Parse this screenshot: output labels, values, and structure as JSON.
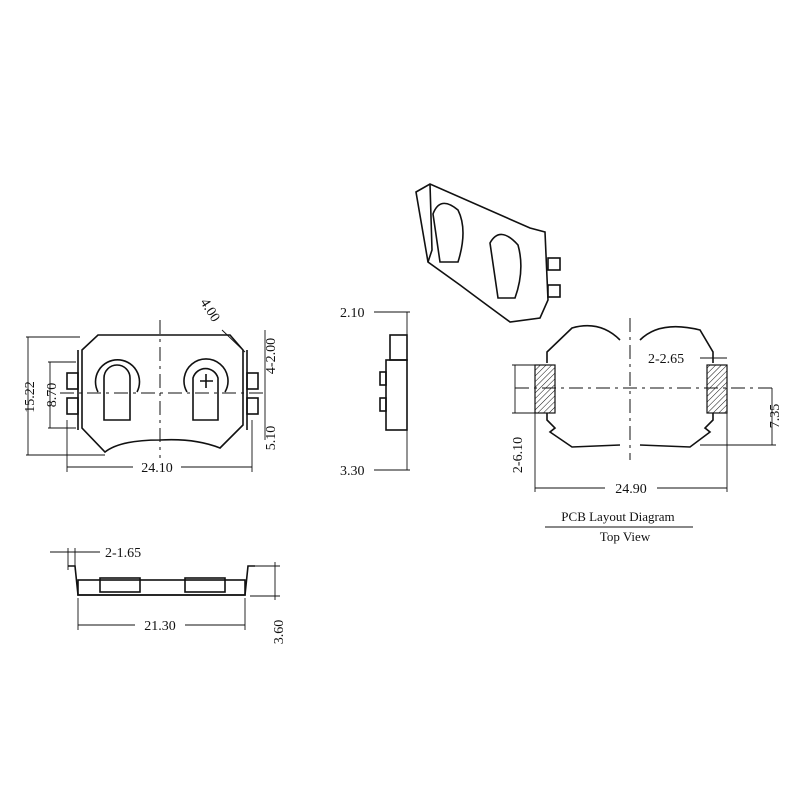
{
  "top_view": {
    "width": "24.10",
    "height": "15.22",
    "pad_span": "8.70",
    "tab": "4.00",
    "pad_width": "4-2.00",
    "pad_offset": "5.10"
  },
  "side_view": {
    "top": "2.10",
    "height": "3.30"
  },
  "front_view": {
    "lead": "2-1.65",
    "length": "21.30",
    "height": "3.60"
  },
  "pcb_layout": {
    "pad_width": "2-2.65",
    "offset": "7.35",
    "pad_length": "2-6.10",
    "span": "24.90",
    "title": "PCB Layout Diagram",
    "subtitle": "Top View"
  },
  "colors": {
    "line": "#111111",
    "background": "#ffffff"
  }
}
